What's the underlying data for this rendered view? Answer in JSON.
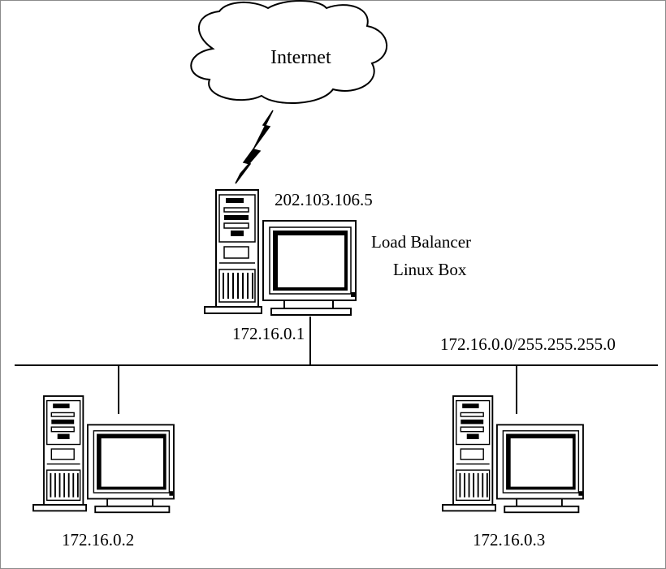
{
  "colors": {
    "ink": "#000000",
    "background": "#ffffff",
    "frame": "#8a8a8a"
  },
  "cloud": {
    "label": "Internet",
    "icon": "cloud-icon"
  },
  "link": {
    "icon": "lightning-bolt-icon"
  },
  "load_balancer": {
    "public_ip": "202.103.106.5",
    "name_line1": "Load Balancer",
    "name_line2": "Linux Box",
    "private_ip": "172.16.0.1",
    "icon": "computer-workstation-icon"
  },
  "network": {
    "subnet_label": "172.16.0.0/255.255.255.0"
  },
  "hosts": [
    {
      "ip": "172.16.0.2",
      "icon": "computer-workstation-icon"
    },
    {
      "ip": "172.16.0.3",
      "icon": "computer-workstation-icon"
    }
  ]
}
